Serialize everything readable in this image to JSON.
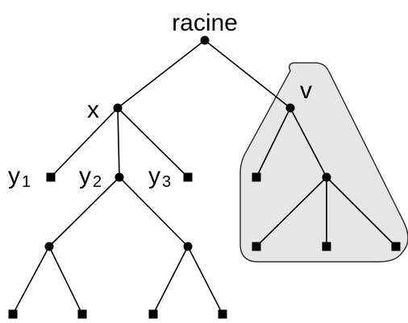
{
  "diagram": {
    "type": "tree",
    "labels": {
      "root": "racine",
      "x": "x",
      "v": "v",
      "y1_base": "y",
      "y1_sub": "1",
      "y2_base": "y",
      "y2_sub": "2",
      "y3_base": "y",
      "y3_sub": "3"
    },
    "nodes": [
      {
        "id": "racine",
        "kind": "internal",
        "label": "racine"
      },
      {
        "id": "x",
        "kind": "internal",
        "label": "x"
      },
      {
        "id": "v",
        "kind": "internal",
        "label": "v",
        "highlighted": true
      },
      {
        "id": "y1",
        "kind": "leaf",
        "label": "y1"
      },
      {
        "id": "y2",
        "kind": "internal",
        "label": "y2"
      },
      {
        "id": "y3",
        "kind": "leaf",
        "label": "y3"
      },
      {
        "id": "a",
        "kind": "internal"
      },
      {
        "id": "b",
        "kind": "internal"
      },
      {
        "id": "l1",
        "kind": "leaf"
      },
      {
        "id": "l2",
        "kind": "leaf"
      },
      {
        "id": "l3",
        "kind": "leaf"
      },
      {
        "id": "l4",
        "kind": "leaf"
      },
      {
        "id": "v1",
        "kind": "leaf",
        "highlighted": true
      },
      {
        "id": "v2",
        "kind": "internal",
        "highlighted": true
      },
      {
        "id": "v3",
        "kind": "leaf",
        "highlighted": true
      },
      {
        "id": "v4",
        "kind": "leaf",
        "highlighted": true
      },
      {
        "id": "v5",
        "kind": "leaf",
        "highlighted": true
      }
    ],
    "edges": [
      [
        "racine",
        "x"
      ],
      [
        "racine",
        "v"
      ],
      [
        "x",
        "y1"
      ],
      [
        "x",
        "y2"
      ],
      [
        "x",
        "y3"
      ],
      [
        "y2",
        "a"
      ],
      [
        "y2",
        "b"
      ],
      [
        "a",
        "l1"
      ],
      [
        "a",
        "l2"
      ],
      [
        "b",
        "l3"
      ],
      [
        "b",
        "l4"
      ],
      [
        "v",
        "v1"
      ],
      [
        "v",
        "v2"
      ],
      [
        "v2",
        "v3"
      ],
      [
        "v2",
        "v4"
      ],
      [
        "v2",
        "v5"
      ]
    ],
    "colors": {
      "highlight_fill": "#e6e6e6",
      "highlight_stroke": "#333333",
      "ink": "#000000"
    }
  }
}
